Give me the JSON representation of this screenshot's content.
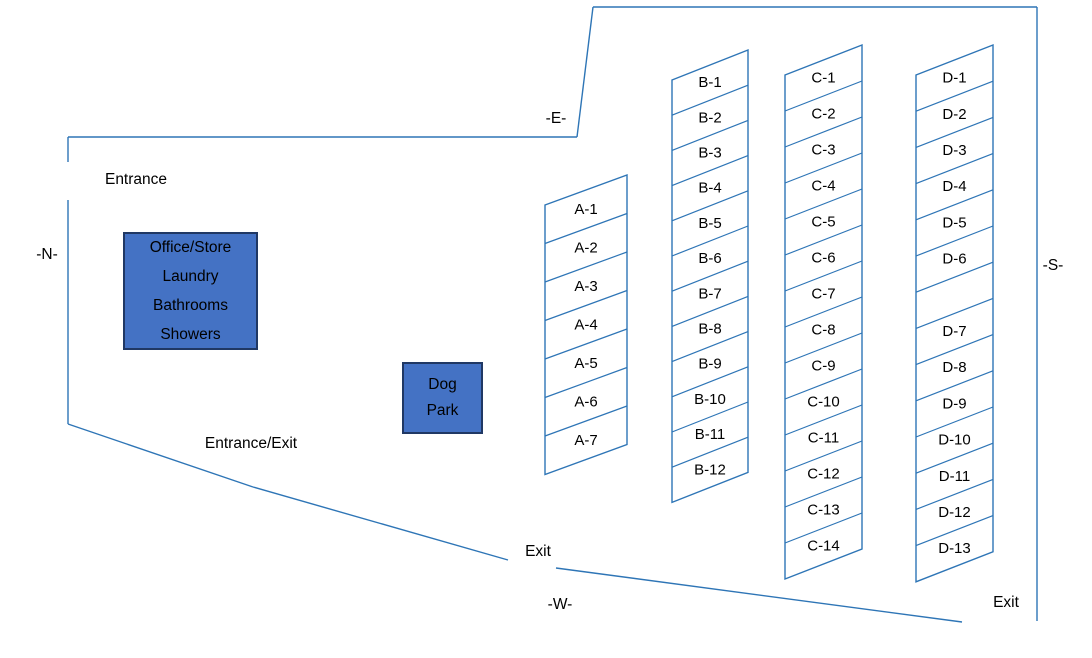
{
  "map": {
    "compass": {
      "north": "-N-",
      "east": "-E-",
      "south": "-S-",
      "west": "-W-"
    },
    "access_points": {
      "entrance": "Entrance",
      "entrance_exit": "Entrance/Exit",
      "exit_west": "Exit",
      "exit_southeast": "Exit"
    },
    "buildings": {
      "office": {
        "lines": [
          "Office/Store",
          "Laundry",
          "Bathrooms",
          "Showers"
        ]
      },
      "dog_park": {
        "lines": [
          "Dog",
          "Park"
        ]
      }
    },
    "colors": {
      "boundary": "#2E75B6",
      "building_fill": "#4472C4",
      "building_border": "#203864",
      "label_text": "#000000"
    },
    "site_rows": [
      {
        "row": "A",
        "sites": [
          "A-1",
          "A-2",
          "A-3",
          "A-4",
          "A-5",
          "A-6",
          "A-7"
        ]
      },
      {
        "row": "B",
        "sites": [
          "B-1",
          "B-2",
          "B-3",
          "B-4",
          "B-5",
          "B-6",
          "B-7",
          "B-8",
          "B-9",
          "B-10",
          "B-11",
          "B-12"
        ]
      },
      {
        "row": "C",
        "sites": [
          "C-1",
          "C-2",
          "C-3",
          "C-4",
          "C-5",
          "C-6",
          "C-7",
          "C-8",
          "C-9",
          "C-10",
          "C-11",
          "C-12",
          "C-13",
          "C-14"
        ]
      },
      {
        "row": "D",
        "sites": [
          "D-1",
          "D-2",
          "D-3",
          "D-4",
          "D-5",
          "D-6",
          null,
          "D-7",
          "D-8",
          "D-9",
          "D-10",
          "D-11",
          "D-12",
          "D-13"
        ]
      }
    ]
  }
}
